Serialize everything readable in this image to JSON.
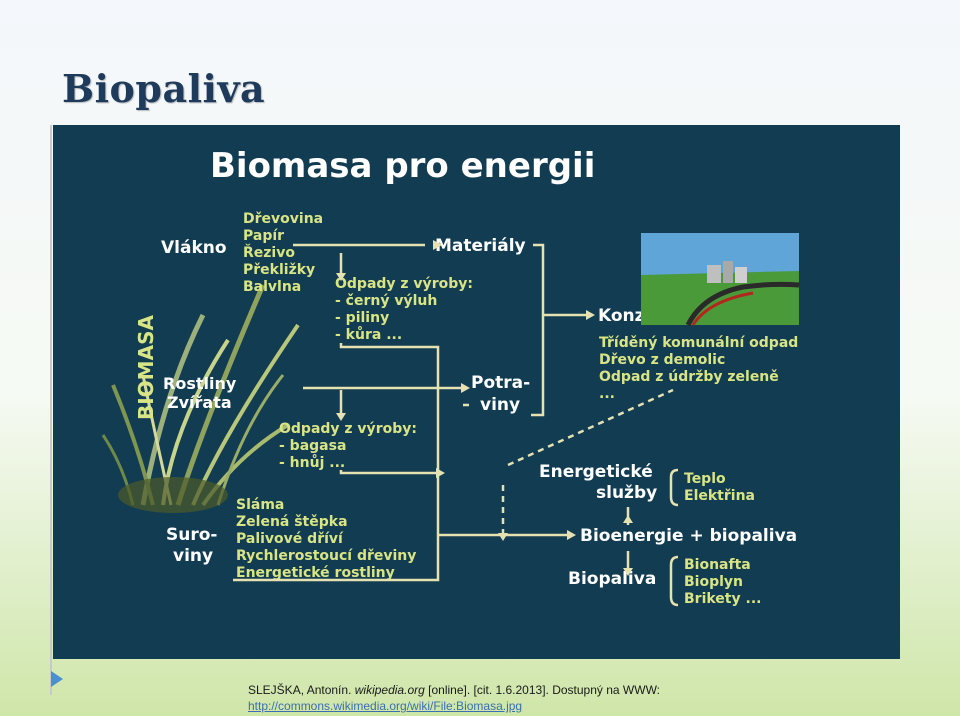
{
  "slide": {
    "title": "Biopaliva"
  },
  "figure": {
    "title": "Biomasa pro energii",
    "side_label": "BIOMASA",
    "vlakno": "Vlákno",
    "materials_list": [
      "Dřevovina",
      "Papír",
      "Řezivo",
      "Překližky",
      "Balvlna"
    ],
    "materialy": "Materiály",
    "odpady_vyroby_1": [
      "Odpady z výroby:",
      "- černý výluh",
      "- piliny",
      "- kůra ..."
    ],
    "konzumenti": "Konzumenti",
    "konzumenti_list": [
      "Tříděný komunální odpad",
      "Dřevo z demolic",
      "Odpad z údržby zeleně",
      "..."
    ],
    "rostliny": "Rostliny",
    "zvirata": "Zvířata",
    "potraviny": [
      "Potra-",
      "viny"
    ],
    "odpady_vyroby_2": [
      "Odpady z výroby:",
      "- bagasa",
      "- hnůj ..."
    ],
    "energeticke_sluzby": [
      "Energetické",
      "služby"
    ],
    "sluzby_list": [
      "Teplo",
      "Elektřina"
    ],
    "suroviny": [
      "Suro-",
      "viny"
    ],
    "suroviny_list": [
      "Sláma",
      "Zelená štěpka",
      "Palivové dříví",
      "Rychlerostoucí dřeviny",
      "Energetické rostliny"
    ],
    "bioenergie": "Bioenergie + biopaliva",
    "biopaliva": "Biopaliva",
    "biopaliva_list": [
      "Bionafta",
      "Bioplyn",
      "Brikety ..."
    ]
  },
  "citation": {
    "author": "SLEJŠKA, Antonín.",
    "source": "wikipedia.org",
    "rest": " [online]. [cit. 1.6.2013]. Dostupný na WWW:",
    "url": "http://commons.wikimedia.org/wiki/File:Biomasa.jpg"
  },
  "colors": {
    "figure_bg": "#123c52",
    "label_yellow": "#d9e585",
    "arrow": "#e6e1b0",
    "title": "#1f3b5c"
  }
}
